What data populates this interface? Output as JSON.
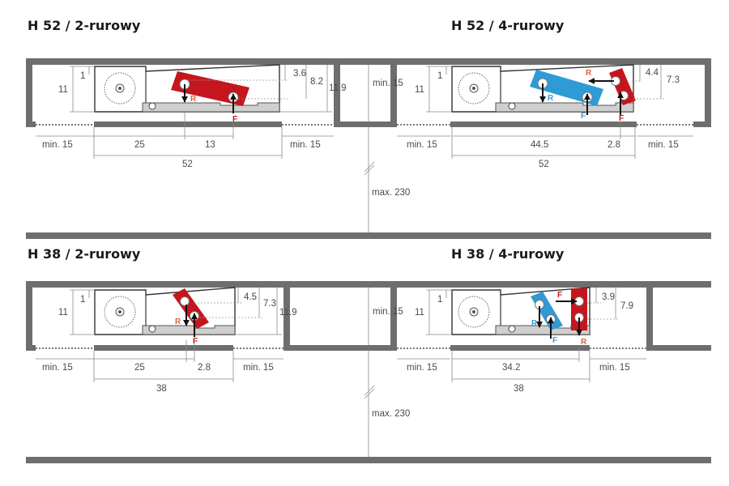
{
  "panels": {
    "p1": {
      "title": "H 52 / 2-rurowy",
      "dims": {
        "left_clear": "min. 15",
        "right_clear": "min. 15",
        "d25": "25",
        "d13": "13",
        "total": "52",
        "h11": "11",
        "h1": "1",
        "h3_6": "3.6",
        "h8_2": "8.2",
        "h11_9": "11.9"
      },
      "labels": {
        "r": "R",
        "f": "F"
      }
    },
    "p2": {
      "title": "H 52 / 4-rurowy",
      "dims": {
        "left_clear": "min. 15",
        "right_clear": "min. 15",
        "d44_5": "44.5",
        "d2_8": "2.8",
        "total": "52",
        "h11": "11",
        "h1": "1",
        "h4_4": "4.4",
        "h7_3": "7.3"
      },
      "labels": {
        "r1": "R",
        "r2": "R",
        "f1": "F",
        "f2": "F"
      }
    },
    "p3": {
      "title": "H 38 / 2-rurowy",
      "dims": {
        "left_clear": "min. 15",
        "right_clear": "min. 15",
        "d25": "25",
        "d2_8": "2.8",
        "total": "38",
        "h11": "11",
        "h1": "1",
        "h4_5": "4.5",
        "h7_3": "7.3",
        "h11_9": "11.9"
      },
      "labels": {
        "r": "R",
        "f": "F"
      }
    },
    "p4": {
      "title": "H 38 / 4-rurowy",
      "dims": {
        "left_clear": "min. 15",
        "right_clear": "min. 15",
        "d34_2": "34.2",
        "total": "38",
        "h11": "11",
        "h1": "1",
        "h3_9": "3.9",
        "h7_9": "7.9"
      },
      "labels": {
        "r1": "R",
        "r2": "R",
        "f1": "F",
        "f2": "F"
      }
    }
  },
  "center": {
    "top_min": "min. 15",
    "top_max": "max. 230",
    "bottom_min": "min. 15",
    "bottom_max": "max. 230"
  },
  "colors": {
    "red": "#c4161c",
    "blue": "#2f9bd6",
    "wall": "#6e6e6e",
    "tray": "#cfcfcf",
    "label_red": "#e0603a",
    "label_blue": "#3a9ad6"
  }
}
